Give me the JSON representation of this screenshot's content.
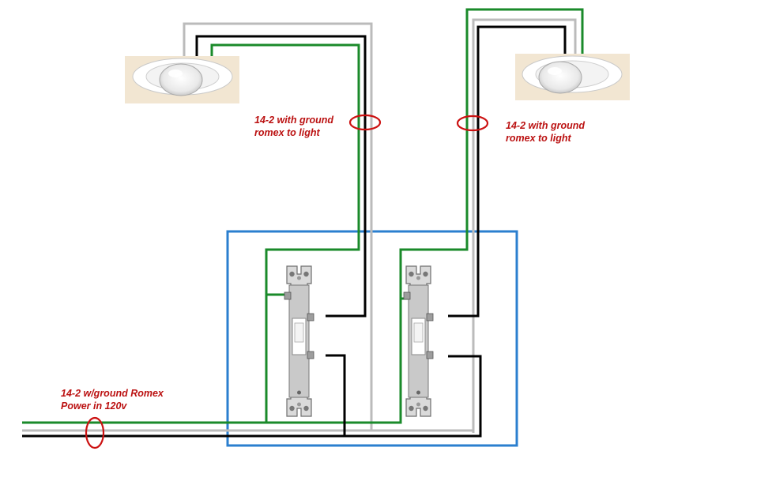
{
  "labels": {
    "left_light_cable": [
      "14-2 with ground",
      "romex to light"
    ],
    "right_light_cable": [
      "14-2 with ground",
      "romex to light"
    ],
    "power_cable": [
      "14-2 w/ground Romex",
      "Power in 120v"
    ]
  },
  "colors": {
    "hot_wire": "#000000",
    "neutral_wire": "#bbbbbb",
    "ground_wire": "#1a8a2a",
    "switch_box": "#2b7fcf",
    "cable_marker": "#cc1111",
    "label_text": "#bb1111",
    "fixture_background": "#f2e6d2"
  },
  "components": {
    "light_fixtures": [
      "light-fixture-left",
      "light-fixture-right"
    ],
    "switches": [
      "switch-left",
      "switch-right"
    ],
    "icons": [
      "light-fixture-icon",
      "single-pole-switch-icon",
      "cable-marker-icon"
    ]
  }
}
